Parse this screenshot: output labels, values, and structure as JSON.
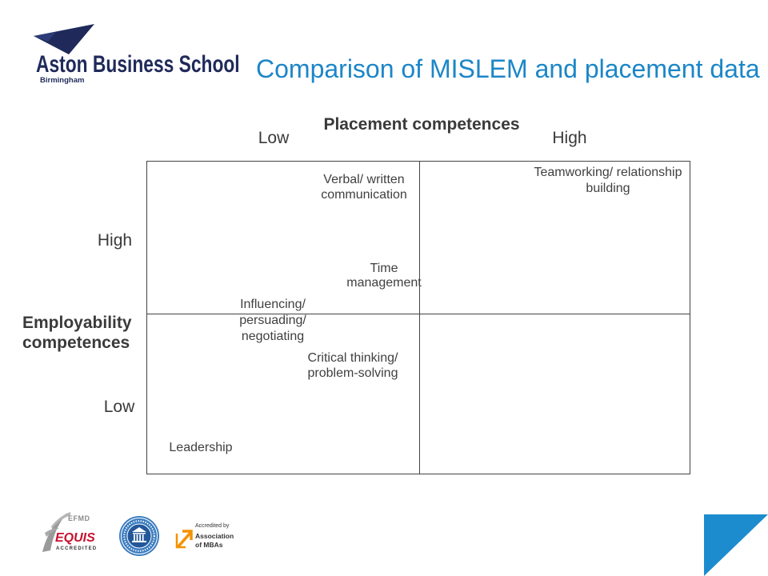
{
  "logo": {
    "name": "Aston Business School",
    "location": "Birmingham"
  },
  "title": "Comparison of MISLEM and placement data",
  "matrix": {
    "x_axis": {
      "title": "Placement competences",
      "low_label": "Low",
      "high_label": "High"
    },
    "y_axis": {
      "title_lines": [
        "Employability",
        "competences"
      ],
      "high_label": "High",
      "low_label": "Low"
    },
    "items": [
      {
        "lines": [
          "Verbal/ written",
          "communication"
        ]
      },
      {
        "lines": [
          "Teamworking/ relationship",
          "building"
        ]
      },
      {
        "lines": [
          "Time",
          "management"
        ]
      },
      {
        "lines": [
          "Influencing/",
          "persuading/",
          "negotiating"
        ]
      },
      {
        "lines": [
          "Critical thinking/",
          "problem-solving"
        ]
      },
      {
        "lines": [
          "Leadership"
        ]
      }
    ]
  },
  "accreditations": {
    "equis": {
      "org": "EFMD",
      "name": "EQUIS",
      "status": "ACCREDITED"
    },
    "amba": {
      "lines": [
        "Accredited by",
        "Association",
        "of MBAs"
      ]
    }
  },
  "colors": {
    "brand_navy": "#1f2a5a",
    "title_blue": "#1c86c8",
    "corner_blue": "#1c8ccf",
    "equis_red": "#c8102e",
    "amba_orange": "#f39200"
  },
  "icons": {
    "logo_mark": "aston-wing-icon",
    "equis_mark": "equis-swoosh-icon",
    "seal": "accreditation-seal-icon",
    "amba_mark": "amba-arrow-icon"
  }
}
